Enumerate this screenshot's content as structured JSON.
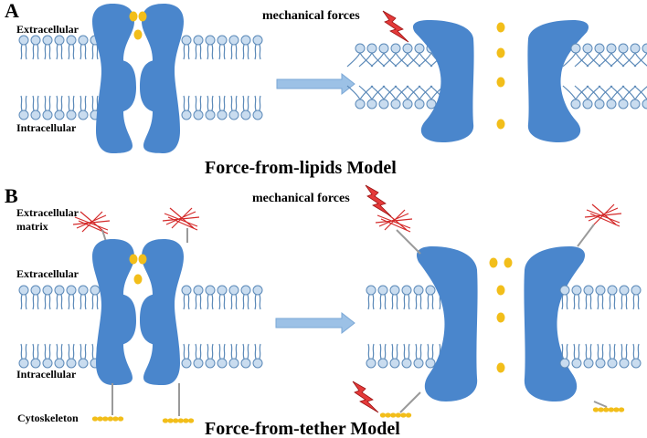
{
  "panel_a": {
    "letter": "A",
    "extracellular_label": "Extracellular",
    "intracellular_label": "Intracellular",
    "force_label": "mechanical forces",
    "title": "Force-from-lipids Model"
  },
  "panel_b": {
    "letter": "B",
    "matrix_label": "Extracellular matrix",
    "matrix_label_line1": "Extracellular",
    "matrix_label_line2": "matrix",
    "extracellular_label": "Extracellular",
    "intracellular_label": "Intracellular",
    "cytoskeleton_label": "Cytoskeleton",
    "force_label": "mechanical forces",
    "title": "Force-from-tether Model"
  },
  "colors": {
    "protein": "#4a86cc",
    "lipid_head": "#c9dcef",
    "lipid_outline": "#5b89b8",
    "ion": "#f2be1a",
    "matrix_fiber": "#d42a2a",
    "tether": "#9a9a9a",
    "lightning": "#e43a3a",
    "arrow": "#9cc1e6"
  }
}
